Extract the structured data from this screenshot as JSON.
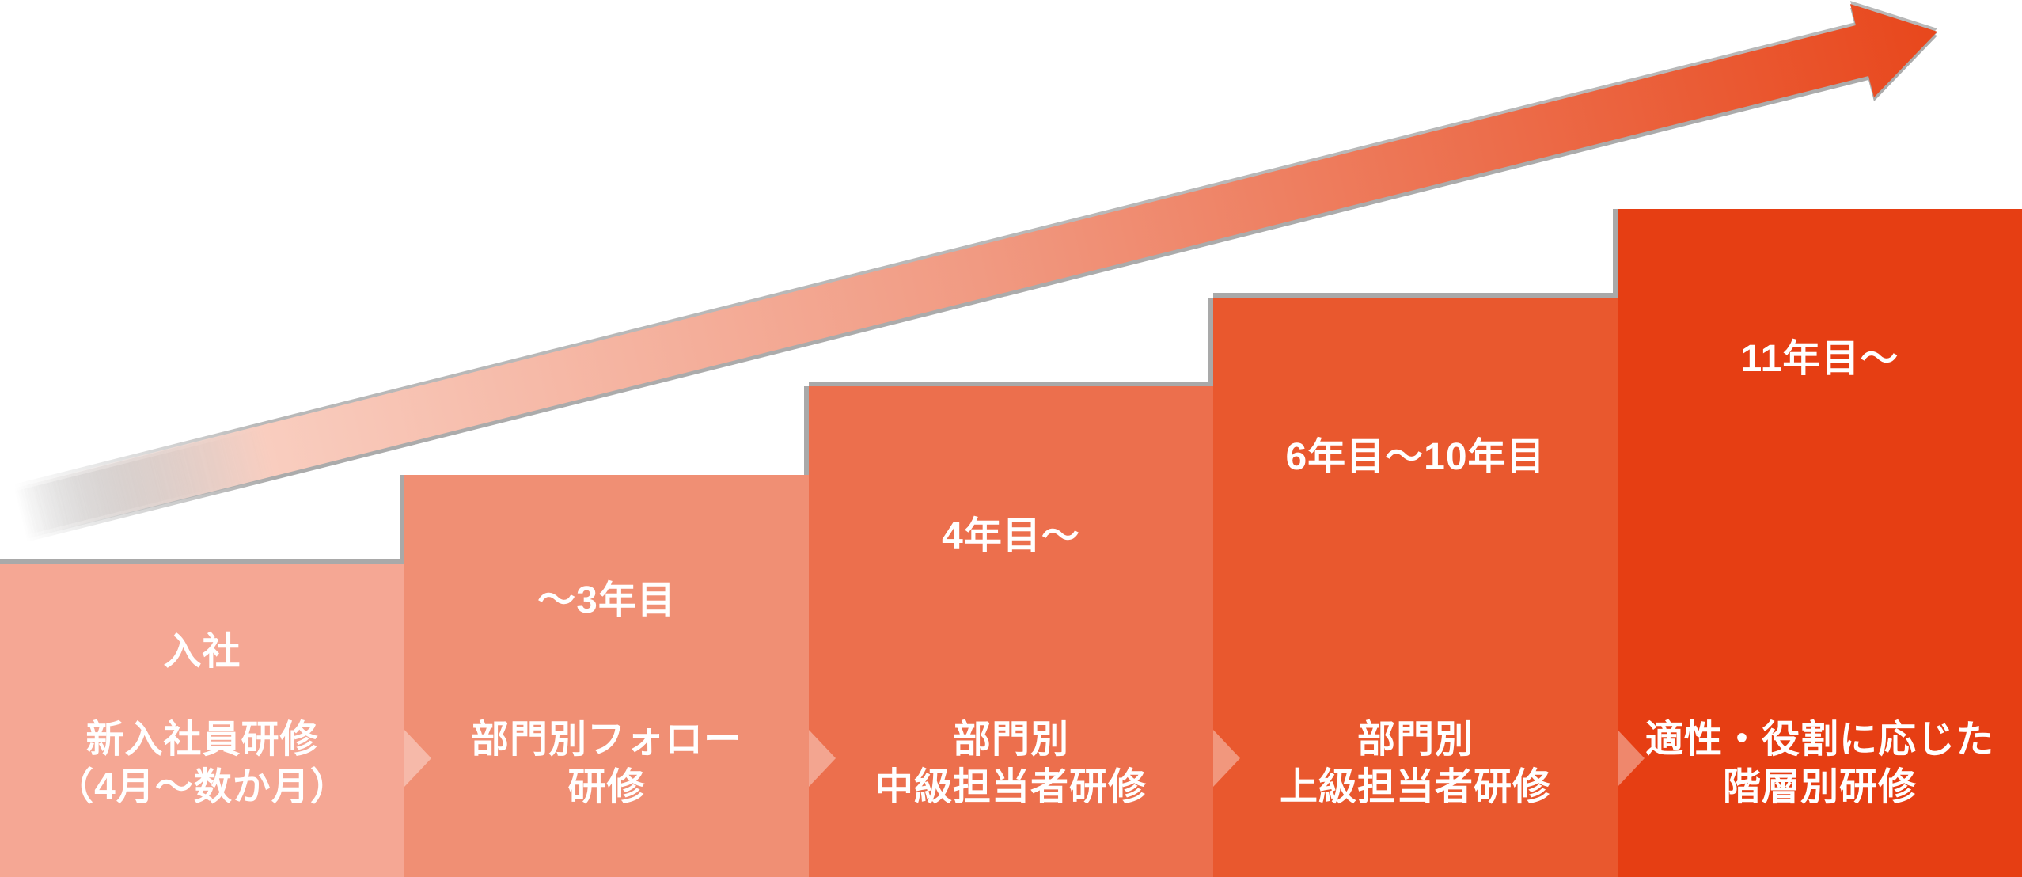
{
  "diagram": {
    "background_color": "#ffffff",
    "text_color": "#ffffff",
    "shadow_color": "#a9a9a9",
    "growth_arrow": {
      "direction": "up-right",
      "gradient_start_color": "#ffffff",
      "gradient_fade_color": "#f9cdbf",
      "gradient_mid_color": "#f19a82",
      "gradient_end_color": "#e8471c"
    },
    "steps": [
      {
        "year_label": "入社",
        "training_lines": [
          "新入社員研修",
          "（4月～数か月）"
        ],
        "color": "#f5a794"
      },
      {
        "year_label": "～3年目",
        "training_lines": [
          "部門別フォロー",
          "研修"
        ],
        "color": "#f08f74"
      },
      {
        "year_label": "4年目～",
        "training_lines": [
          "部門別",
          "中級担当者研修"
        ],
        "color": "#ec6f4d"
      },
      {
        "year_label": "6年目～10年目",
        "training_lines": [
          "部門別",
          "上級担当者研修"
        ],
        "color": "#e9582e"
      },
      {
        "year_label": "11年目～",
        "training_lines": [
          "適性・役割に応じた",
          "階層別研修"
        ],
        "color": "#e63e13"
      }
    ]
  }
}
